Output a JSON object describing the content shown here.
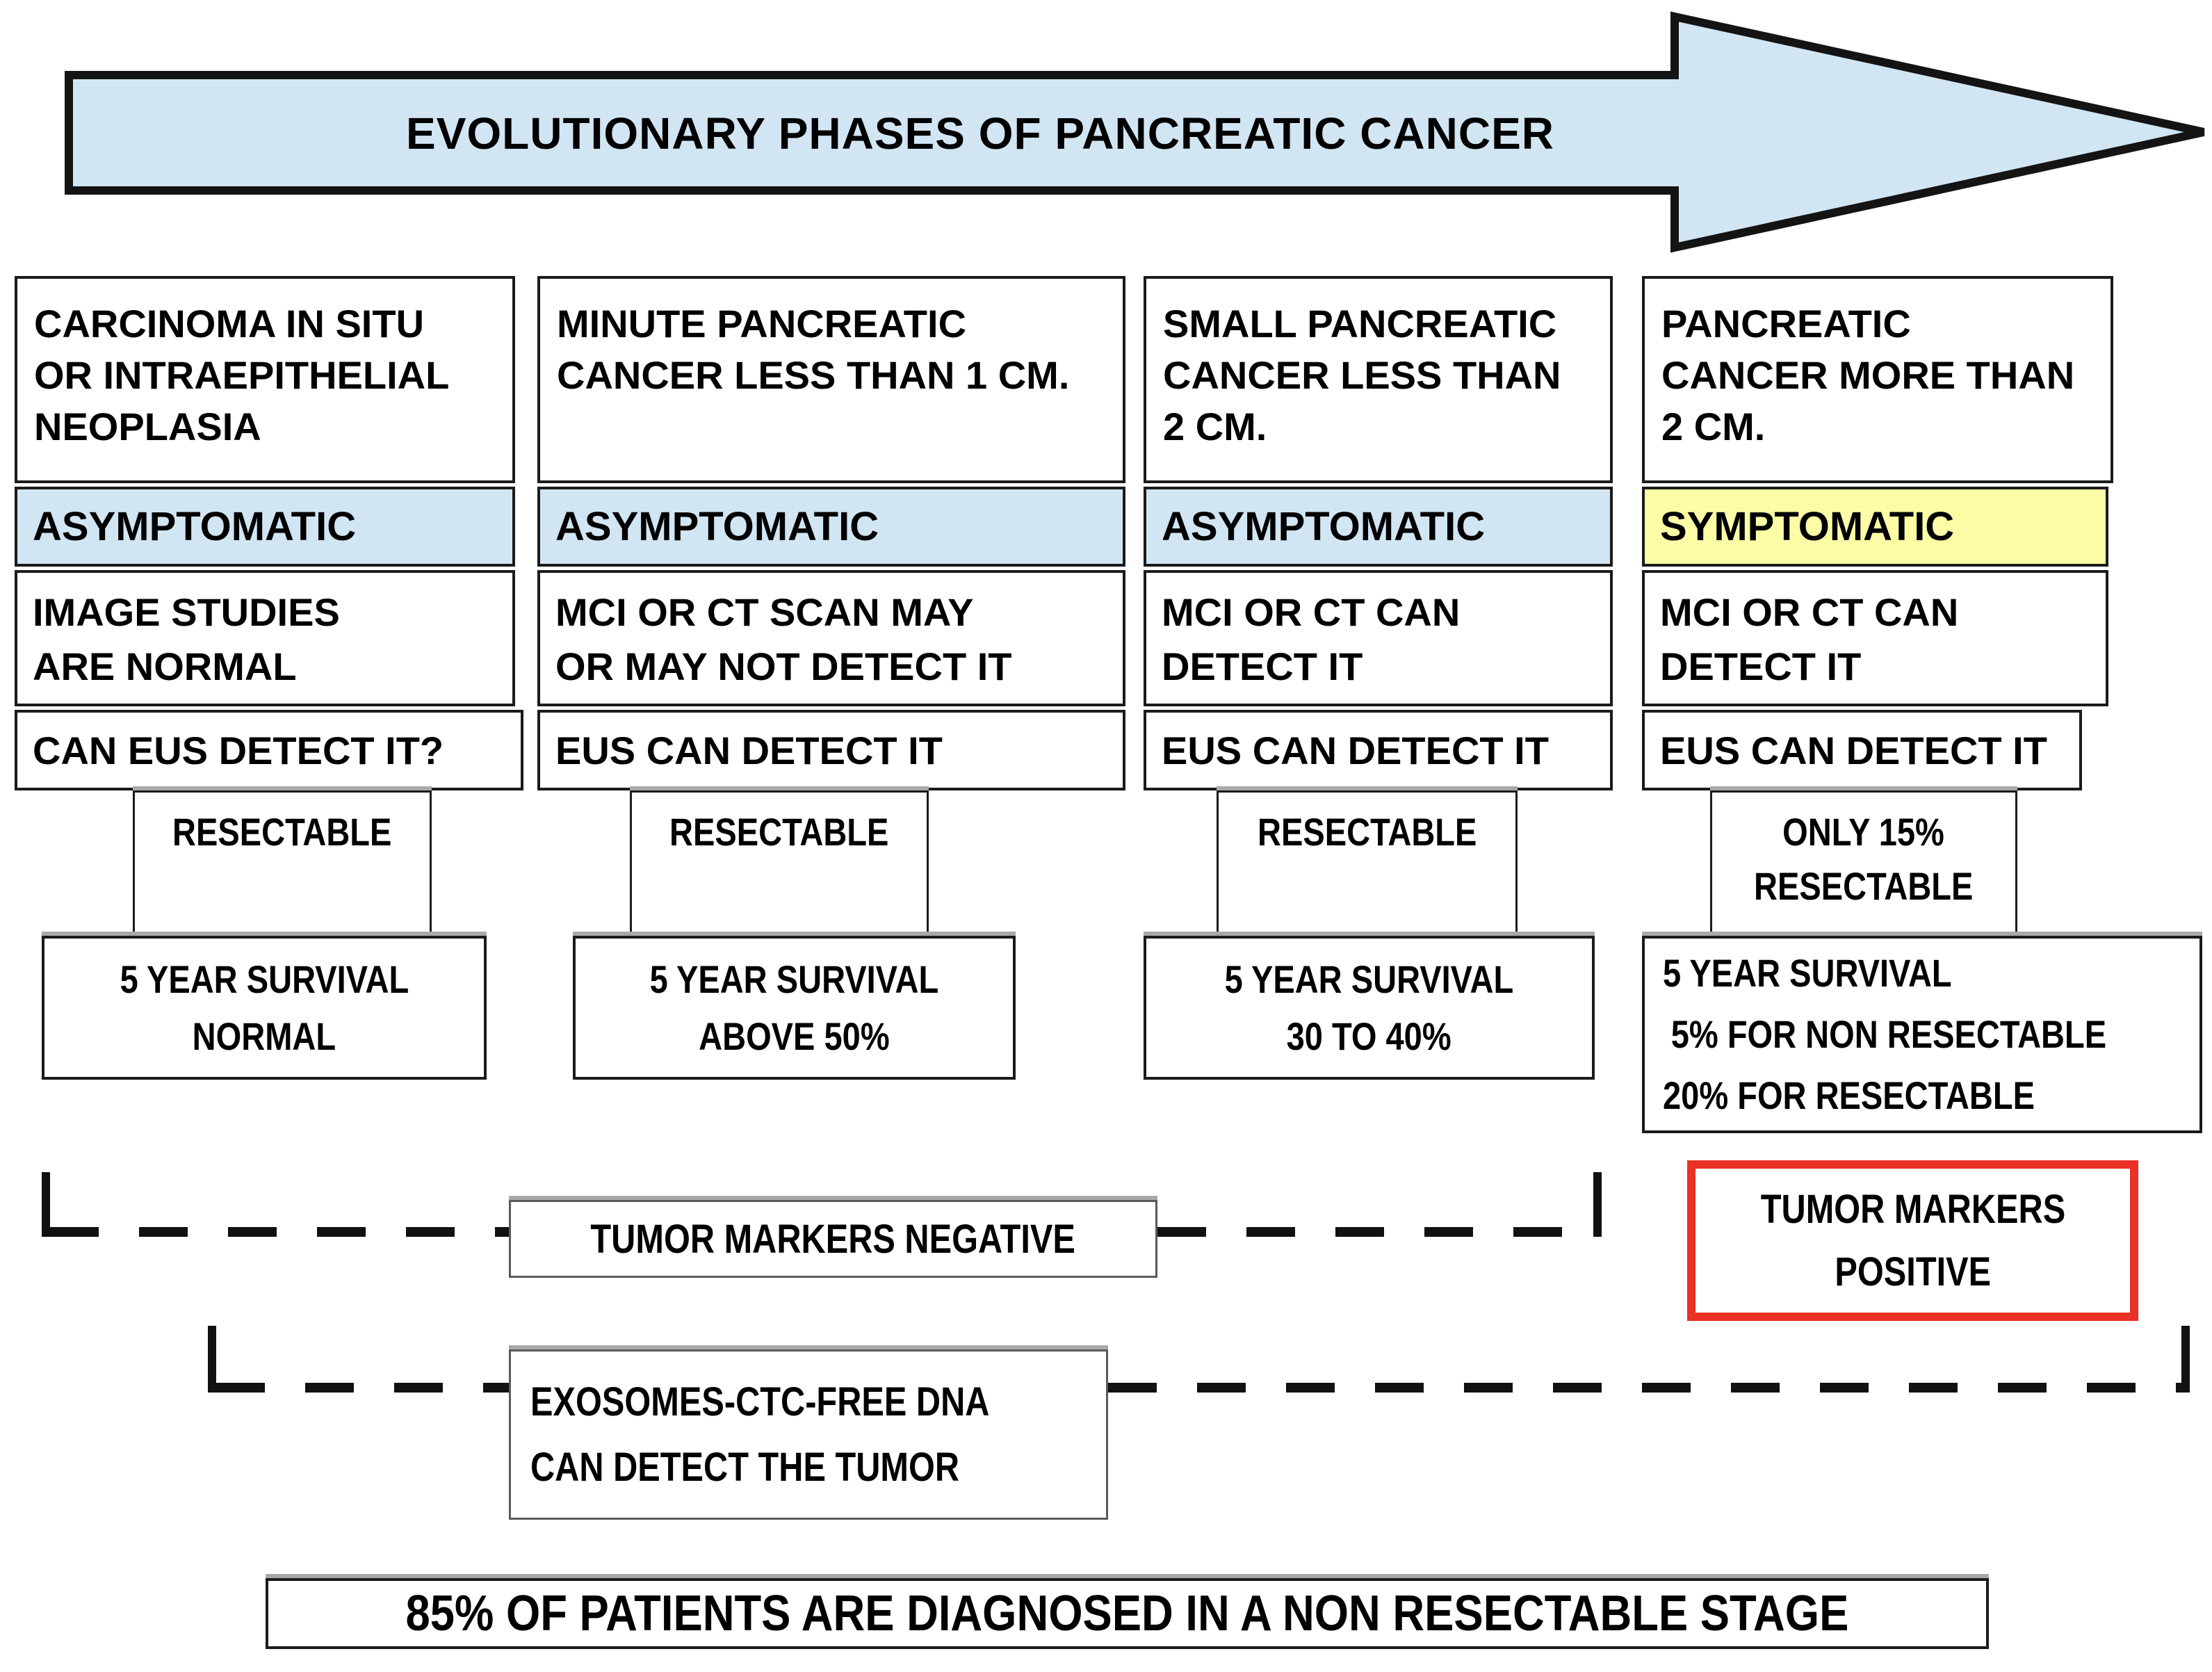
{
  "arrow": {
    "title": "EVOLUTIONARY PHASES OF PANCREATIC CANCER"
  },
  "columns": [
    {
      "phase_lines": [
        "CARCINOMA IN SITU",
        "OR INTRAEPITHELIAL",
        "NEOPLASIA"
      ],
      "status": "ASYMPTOMATIC",
      "imaging_lines": [
        "IMAGE STUDIES",
        "ARE NORMAL"
      ],
      "eus": "CAN EUS  DETECT IT?",
      "resectable_lines": [
        "RESECTABLE"
      ],
      "survival_lines": [
        "5 YEAR SURVIVAL",
        "NORMAL"
      ]
    },
    {
      "phase_lines": [
        "MINUTE PANCREATIC",
        "CANCER LESS THAN 1 CM."
      ],
      "status": "ASYMPTOMATIC",
      "imaging_lines": [
        "MCI OR CT SCAN MAY",
        "OR MAY NOT DETECT IT"
      ],
      "eus": "EUS CAN DETECT IT",
      "resectable_lines": [
        "RESECTABLE"
      ],
      "survival_lines": [
        "5 YEAR SURVIVAL",
        "ABOVE 50%"
      ]
    },
    {
      "phase_lines": [
        "SMALL PANCREATIC",
        "CANCER LESS THAN",
        "2 CM."
      ],
      "status": "ASYMPTOMATIC",
      "imaging_lines": [
        "MCI OR CT  CAN",
        "DETECT IT"
      ],
      "eus": "EUS CAN DETECT IT",
      "resectable_lines": [
        "RESECTABLE"
      ],
      "survival_lines": [
        "5 YEAR SURVIVAL",
        "30 TO 40%"
      ]
    },
    {
      "phase_lines": [
        "PANCREATIC",
        "CANCER MORE THAN",
        "2 CM."
      ],
      "status": "SYMPTOMATIC",
      "imaging_lines": [
        "MCI OR CT CAN",
        "DETECT IT"
      ],
      "eus": "EUS CAN DETECT IT",
      "resectable_lines": [
        "ONLY 15%",
        "RESECTABLE"
      ],
      "survival_lines": [
        "5 YEAR SURVIVAL",
        "5% FOR NON RESECTABLE",
        "20% FOR RESECTABLE"
      ]
    }
  ],
  "tumor_markers_negative": "TUMOR MARKERS NEGATIVE",
  "tumor_markers_positive_lines": [
    "TUMOR MARKERS",
    "POSITIVE"
  ],
  "exosomes_lines": [
    "EXOSOMES-CTC-FREE DNA",
    "CAN DETECT THE TUMOR"
  ],
  "bottom_banner": "85% OF PATIENTS ARE DIAGNOSED IN A NON RESECTABLE STAGE",
  "colors": {
    "phase_arrow_fill": "#d2e5f3",
    "asymptomatic_bg": "#d2e5f3",
    "symptomatic_bg": "#fdfca6",
    "positive_border": "#ea3126",
    "line_color": "#111111"
  }
}
